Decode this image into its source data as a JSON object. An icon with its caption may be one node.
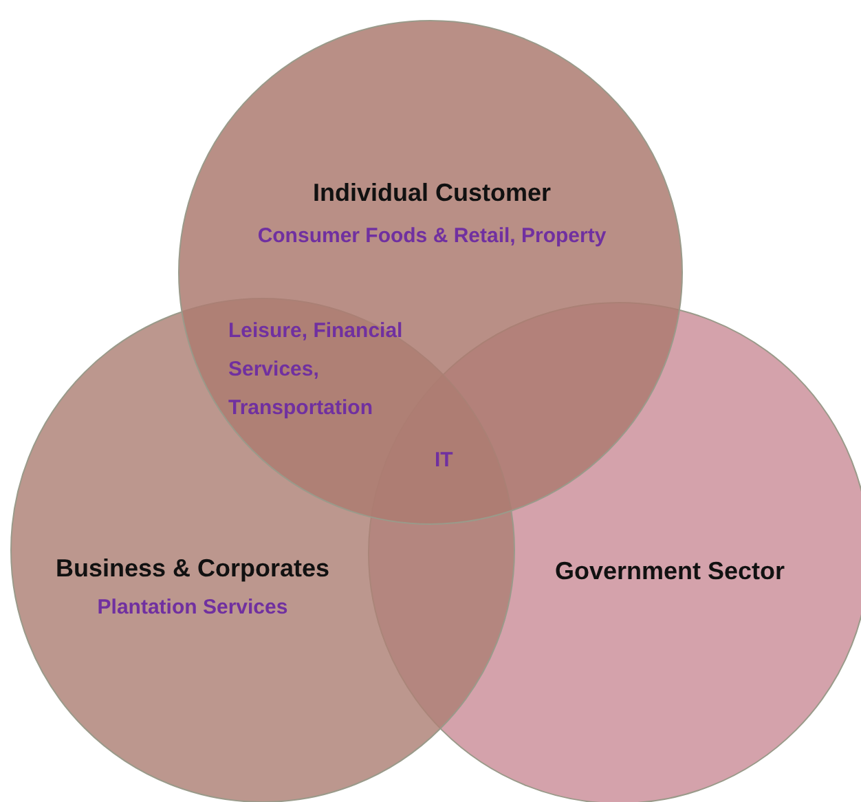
{
  "diagram": {
    "nodes": [
      {
        "text": [
          "Individual Customer",
          "Consumer Foods & Retail, Property"
        ]
      },
      {
        "text": [
          "Business & Corporates",
          "Plantation Services"
        ]
      },
      {
        "text": [
          "Government Sector"
        ]
      }
    ],
    "labels": [
      "Leisure, Financial Services, Transportation",
      "IT"
    ]
  }
}
